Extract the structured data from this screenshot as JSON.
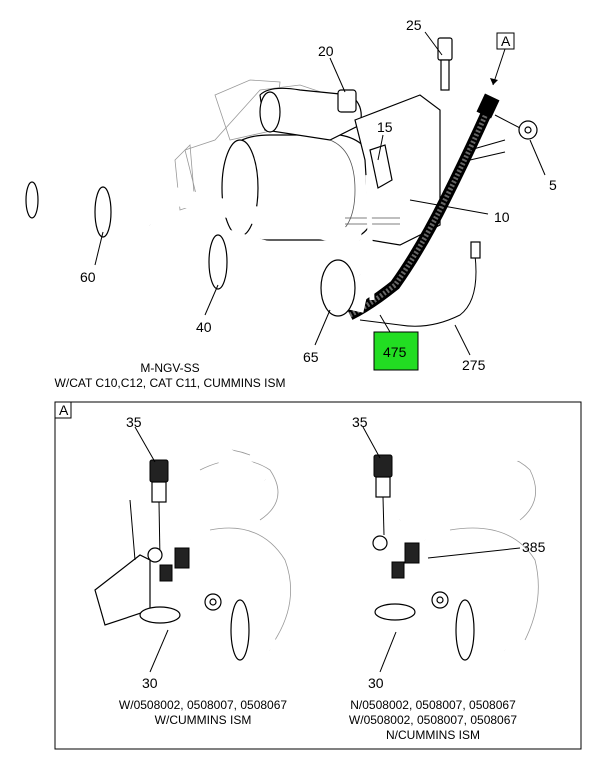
{
  "main_view": {
    "callouts": {
      "c25": "25",
      "c20": "20",
      "c15": "15",
      "c5": "5",
      "c10": "10",
      "c60": "60",
      "c40": "40",
      "c65": "65",
      "c475": "475",
      "c275": "275"
    },
    "view_tag": "A",
    "caption_line1": "M-NGV-SS",
    "caption_line2": "W/CAT C10,C12, CAT C11, CUMMINS ISM",
    "highlight_color": "#22dd22"
  },
  "detail_view": {
    "tag": "A",
    "left": {
      "callout_top": "35",
      "callout_bottom": "30",
      "caption_line1": "W/0508002, 0508007, 0508067",
      "caption_line2": "W/CUMMINS ISM"
    },
    "right": {
      "callout_top": "35",
      "callout_side": "385",
      "callout_bottom": "30",
      "caption_line1": "N/0508002, 0508007, 0508067",
      "caption_line2": "W/0508002, 0508007, 0508067",
      "caption_line3": "N/CUMMINS ISM"
    }
  }
}
